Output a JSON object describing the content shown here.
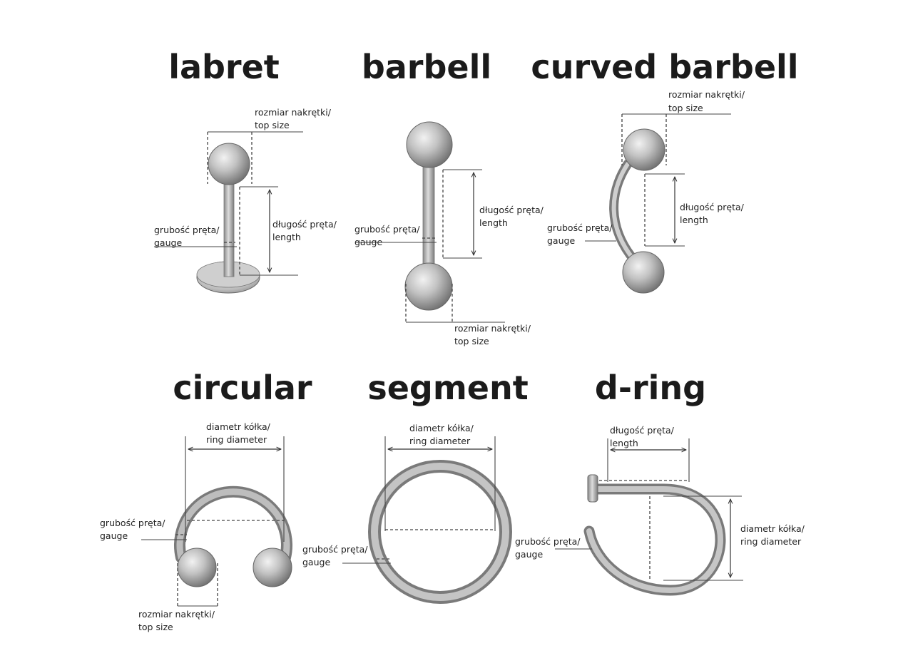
{
  "panels": {
    "labret": {
      "title": "labret",
      "top_size": [
        "rozmiar nakrętki/",
        "top size"
      ],
      "length": [
        "długość pręta/",
        "length"
      ],
      "gauge": [
        "grubość pręta/",
        "gauge"
      ]
    },
    "barbell": {
      "title": "barbell",
      "length": [
        "długość pręta/",
        "length"
      ],
      "gauge": [
        "grubość pręta/",
        "gauge"
      ],
      "top_size": [
        "rozmiar nakrętki/",
        "top size"
      ]
    },
    "curved_barbell": {
      "title": "curved barbell",
      "top_size": [
        "rozmiar nakrętki/",
        "top size"
      ],
      "length": [
        "długość pręta/",
        "length"
      ],
      "gauge": [
        "grubość pręta/",
        "gauge"
      ]
    },
    "circular": {
      "title": "circular",
      "ring_diameter": [
        "diametr kółka/",
        "ring diameter"
      ],
      "gauge": [
        "grubość pręta/",
        "gauge"
      ],
      "top_size": [
        "rozmiar nakrętki/",
        "top size"
      ]
    },
    "segment": {
      "title": "segment",
      "ring_diameter": [
        "diametr kółka/",
        "ring diameter"
      ],
      "gauge": [
        "grubość pręta/",
        "gauge"
      ]
    },
    "d_ring": {
      "title": "d-ring",
      "length": [
        "długość pręta/",
        "length"
      ],
      "ring_diameter": [
        "diametr kółka/",
        "ring diameter"
      ],
      "gauge": [
        "grubość pręta/",
        "gauge"
      ]
    }
  }
}
